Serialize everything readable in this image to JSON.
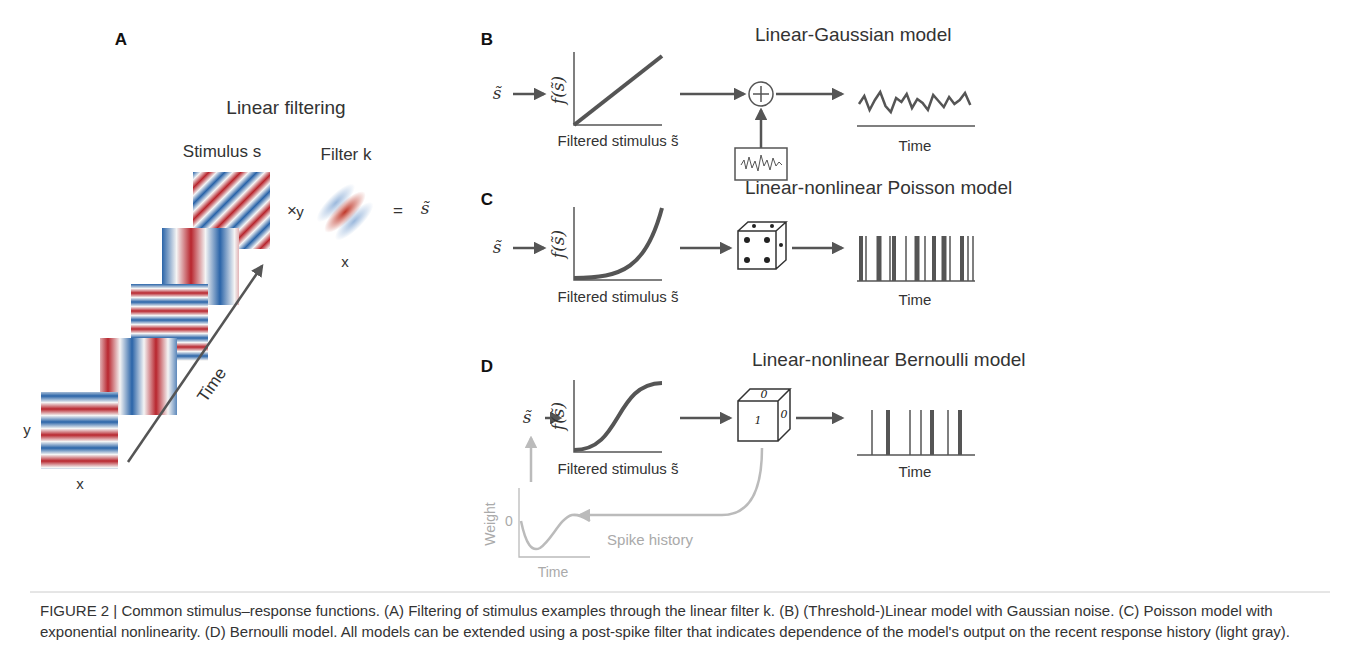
{
  "diagram": {
    "caption": "FIGURE 2 | Common stimulus–response functions. (A) Filtering of stimulus examples through the linear filter k. (B) (Threshold-)Linear model with Gaussian noise. (C) Poisson model with exponential nonlinearity. (D) Bernoulli model. All models can be extended using a post-spike filter that indicates dependence of the model's output on the recent response history (light gray).",
    "labels": [
      "A",
      "Linear filtering",
      "Stimulus s",
      "Filter k",
      "×",
      "=",
      "s̃",
      "y",
      "x",
      "y",
      "x",
      "Time",
      "B",
      "Linear-Gaussian model",
      "s̃",
      "f(s̃)",
      "Filtered stimulus s̃",
      "Time",
      "C",
      "Linear-nonlinear Poisson model",
      "s̃",
      "f(s̃)",
      "Filtered stimulus s̃",
      "Time",
      "D",
      "Linear-nonlinear Bernoulli model",
      "s̃",
      "f(s̃)",
      "Filtered stimulus s̃",
      "1",
      "0",
      "0",
      "Time",
      "Spike history",
      "Weight",
      "0",
      "Time"
    ]
  }
}
